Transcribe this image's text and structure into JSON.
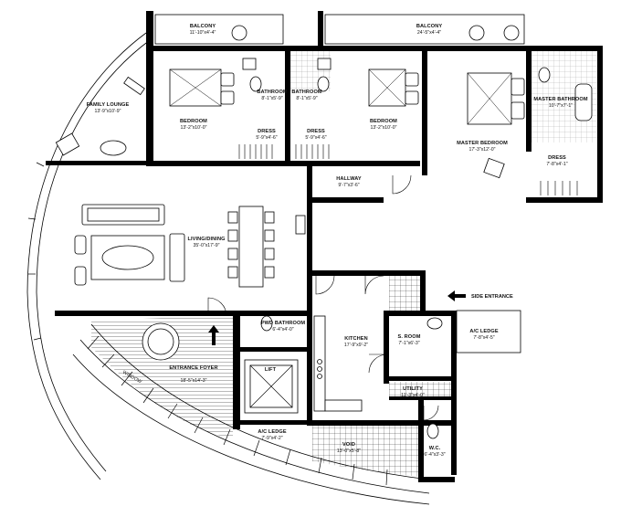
{
  "rooms": [
    {
      "id": "balcony-1",
      "name": "BALCONY",
      "dim": "11'-10\"x4'-4\""
    },
    {
      "id": "balcony-2",
      "name": "BALCONY",
      "dim": "24'-5\"x4'-4\""
    },
    {
      "id": "family-lounge",
      "name": "FAMILY LOUNGE",
      "dim": "13'-9\"x10'-9\""
    },
    {
      "id": "bedroom-1",
      "name": "BEDROOM",
      "dim": "13'-2\"x10'-0\""
    },
    {
      "id": "bathroom-1",
      "name": "BATHROOM",
      "dim": "8'-1\"x5'-9\""
    },
    {
      "id": "bathroom-2",
      "name": "BATHROOM",
      "dim": "8'-1\"x5'-9\""
    },
    {
      "id": "dress-1",
      "name": "DRESS",
      "dim": "5'-9\"x4'-6\""
    },
    {
      "id": "dress-2",
      "name": "DRESS",
      "dim": "5'-9\"x4'-6\""
    },
    {
      "id": "bedroom-2",
      "name": "BEDROOM",
      "dim": "13'-2\"x10'-0\""
    },
    {
      "id": "master-bedroom",
      "name": "MASTER BEDROOM",
      "dim": "17'-3\"x12'-0\""
    },
    {
      "id": "master-bathroom",
      "name": "MASTER BATHROOM",
      "dim": "10'-7\"x7'-1\""
    },
    {
      "id": "dress-3",
      "name": "DRESS",
      "dim": "7'-8\"x4'-1\""
    },
    {
      "id": "hallway",
      "name": "HALLWAY",
      "dim": "9'-7\"x3'-6\""
    },
    {
      "id": "living-dining",
      "name": "LIVING/DINING",
      "dim": "35'-0\"x17'-9\""
    },
    {
      "id": "pwd-bathroom",
      "name": "PWD BATHROOM",
      "dim": "6'-4\"x4'-0\""
    },
    {
      "id": "kitchen",
      "name": "KITCHEN",
      "dim": "17'-9\"x9'-2\""
    },
    {
      "id": "s-room",
      "name": "S. ROOM",
      "dim": "7'-1\"x6'-3\""
    },
    {
      "id": "ac-ledge-1",
      "name": "A/C LEDGE",
      "dim": "7'-8\"x4'-5\""
    },
    {
      "id": "entrance-foyer",
      "name": "ENTRANCE FOYER",
      "dim": "18'-5\"x14'-3\""
    },
    {
      "id": "lift",
      "name": "LIFT",
      "dim": ""
    },
    {
      "id": "utility",
      "name": "UTILITY",
      "dim": "11'-3\"x4'-0\""
    },
    {
      "id": "ac-ledge-2",
      "name": "A/C LEDGE",
      "dim": "7'-9\"x4'-2\""
    },
    {
      "id": "void",
      "name": "VOID",
      "dim": "13'-0\"x5'-8\""
    },
    {
      "id": "wc",
      "name": "W.C.",
      "dim": "6'-4\"x3'-3\""
    }
  ],
  "labels": {
    "side_entrance": "SIDE ENTRANCE",
    "window": "WINDOW"
  }
}
